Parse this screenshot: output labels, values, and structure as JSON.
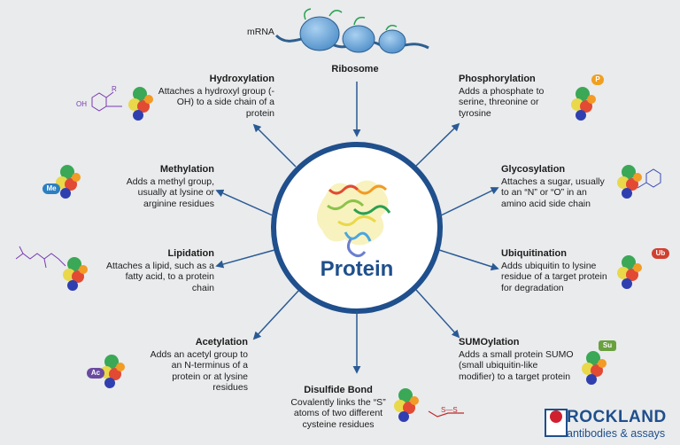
{
  "header": {
    "mrna_label": "mRNA",
    "ribosome_label": "Ribosome"
  },
  "center": {
    "label": "Protein"
  },
  "modifications": {
    "hydroxylation": {
      "title": "Hydroxylation",
      "desc": "Attaches a hydroxyl group (-OH)  to a side chain of a protein"
    },
    "methylation": {
      "title": "Methylation",
      "desc": "Adds a methyl group, usually at lysine or arginine residues"
    },
    "lipidation": {
      "title": "Lipidation",
      "desc": "Attaches a lipid, such as a fatty acid, to a protein chain"
    },
    "acetylation": {
      "title": "Acetylation",
      "desc": "Adds an acetyl group to an N-terminus of a protein or at lysine residues"
    },
    "disulfide": {
      "title": "Disulfide Bond",
      "desc": "Covalently links the “S” atoms of two different cysteine residues"
    },
    "phosphorylation": {
      "title": "Phosphorylation",
      "desc": "Adds a phosphate to serine, threonine or tyrosine"
    },
    "glycosylation": {
      "title": "Glycosylation",
      "desc": "Attaches a sugar, usually to an “N” or “O” in an amino acid side chain"
    },
    "ubiquitination": {
      "title": "Ubiquitination",
      "desc": "Adds ubiquitin to lysine residue of a target protein for degradation"
    },
    "sumoylation": {
      "title": "SUMOylation",
      "desc": "Adds a small protein SUMO (small ubiquitin-like modifier) to a target protein"
    }
  },
  "badges": {
    "methyl": "Me",
    "acetyl": "Ac",
    "phosphate": "P",
    "ubiquitin": "Ub",
    "sumo": "Su"
  },
  "chem_labels": {
    "oh": "OH",
    "r": "R",
    "disulfide": "S—S"
  },
  "logo": {
    "name": "ROCKLAND",
    "tagline": "antibodies & assays"
  },
  "colors": {
    "ring": "#1f4f8c",
    "arrow": "#2a5a94",
    "background": "#e9ebed",
    "methyl_badge": "#2c7fc0",
    "acetyl_badge": "#6a4aa0",
    "phosphate_badge": "#f0a020",
    "ubiquitin_badge": "#d04030",
    "sumo_badge": "#6aa040",
    "logo_red": "#d02030"
  }
}
